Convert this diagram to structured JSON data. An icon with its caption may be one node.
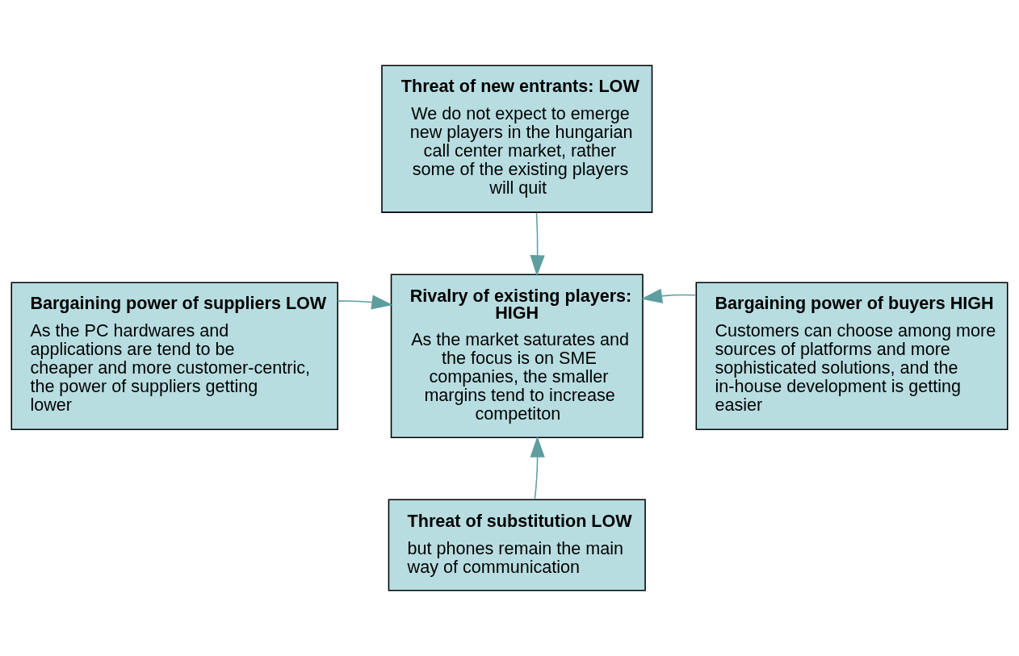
{
  "diagram": {
    "nodes": [
      {
        "text": [
          "Threat of new entrants: LOW",
          "We do not expect to emerge new players in the hungarian call center market, rather some of the existing players will quit"
        ]
      },
      {
        "text": [
          "Bargaining power of suppliers LOW",
          "As the PC hardwares and applications are tend to be cheaper and more customer-centric, the power of suppliers getting lower"
        ]
      },
      {
        "text": [
          "Rivalry of existing players: HIGH",
          "As the market saturates and the focus is on SME companies, the smaller margins tend to increase competiton"
        ]
      },
      {
        "text": [
          "Bargaining power of buyers HIGH",
          "Customers can choose among more sources of platforms and more sophisticated solutions, and the in-house development is getting easier"
        ]
      },
      {
        "text": [
          "Threat of substitution LOW",
          "but phones remain the main way of communication"
        ]
      }
    ],
    "edges": [
      {
        "from": 0,
        "to": 2,
        "arrow": "to"
      },
      {
        "from": 1,
        "to": 2,
        "arrow": "to"
      },
      {
        "from": 3,
        "to": 2,
        "arrow": "to"
      },
      {
        "from": 4,
        "to": 2,
        "arrow": "to"
      }
    ]
  }
}
